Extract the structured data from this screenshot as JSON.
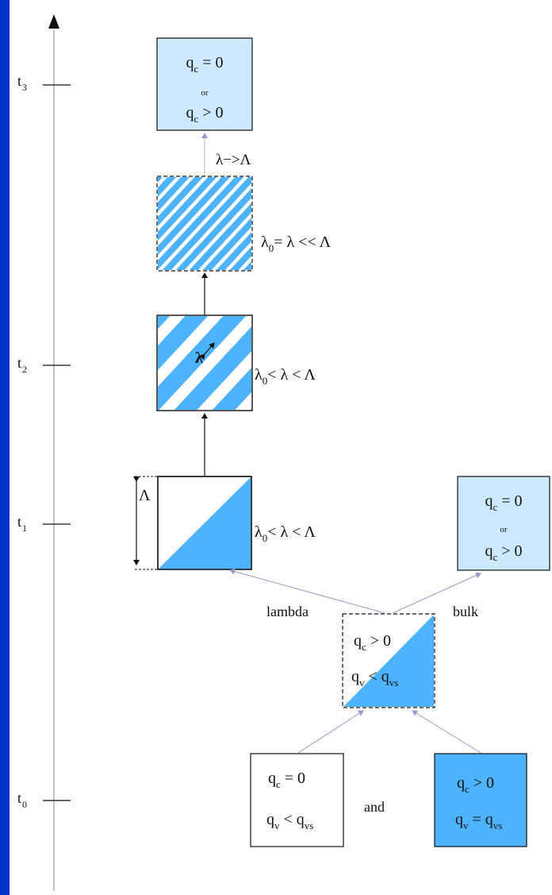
{
  "colors": {
    "frame": "#0033cc",
    "background": "#ffffff",
    "light_blue": "#cce9ff",
    "blue": "#4db3ff",
    "axis": "#999999",
    "arrow": "#9999cc"
  },
  "axis": {
    "ticks": [
      {
        "main": "t",
        "sub": "3"
      },
      {
        "main": "t",
        "sub": "2"
      },
      {
        "main": "t",
        "sub": "1"
      },
      {
        "main": "t",
        "sub": "0"
      }
    ]
  },
  "boxes": {
    "top_left": {
      "line1": {
        "main": "q",
        "sub": "c",
        "rest": " = 0"
      },
      "or": "or",
      "line2": {
        "main": "q",
        "sub": "c",
        "rest": " > 0"
      }
    },
    "top_right": {
      "line1": {
        "main": "q",
        "sub": "c",
        "rest": " = 0"
      },
      "or": "or",
      "line2": {
        "main": "q",
        "sub": "c",
        "rest": " > 0"
      }
    },
    "mixed": {
      "line1": {
        "main": "q",
        "sub": "c",
        "rest": " > 0"
      },
      "line2": {
        "main": "q",
        "sub1": "v",
        "mid": " < q",
        "sub2": "vs"
      }
    },
    "t0_left": {
      "line1": {
        "main": "q",
        "sub": "c",
        "rest": " = 0"
      },
      "line2": {
        "main": "q",
        "sub1": "v",
        "mid": " < q",
        "sub2": "vs"
      }
    },
    "t0_right": {
      "line1": {
        "main": "q",
        "sub": "c",
        "rest": " > 0"
      },
      "line2": {
        "main": "q",
        "sub1": "v",
        "mid": " = q",
        "sub2": "vs"
      }
    }
  },
  "labels": {
    "lambda_to_Lambda": "λ−>Λ",
    "striped_fine": {
      "pre": "λ",
      "sub": "0",
      "post": "= λ << Λ"
    },
    "striped_medium": {
      "pre": "λ",
      "sub": "0",
      "post": "< λ < Λ"
    },
    "half_triangle": {
      "pre": "λ",
      "sub": "0",
      "post": "< λ < Λ"
    },
    "stripe_width": "λ",
    "box_height": "Λ",
    "lambda_path": "lambda",
    "bulk_path": "bulk",
    "and": "and"
  }
}
